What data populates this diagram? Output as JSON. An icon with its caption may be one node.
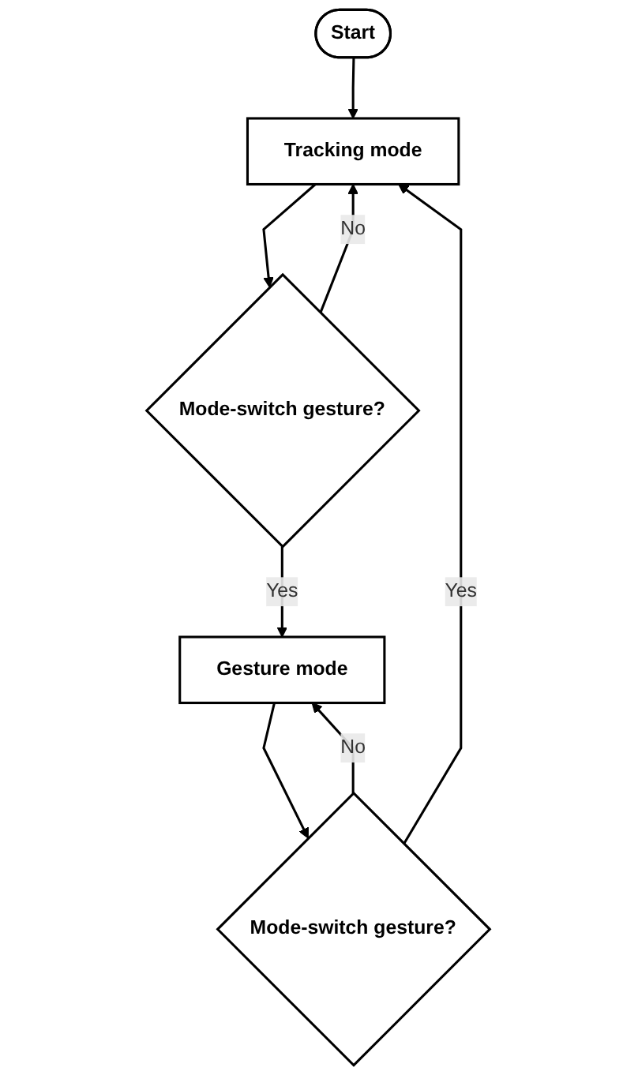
{
  "diagram": {
    "nodes": [
      {
        "text": [
          "Start"
        ]
      },
      {
        "text": [
          "Tracking mode"
        ]
      },
      {
        "text": [
          "Mode-switch gesture?"
        ]
      },
      {
        "text": [
          "Gesture mode"
        ]
      },
      {
        "text": [
          "Mode-switch gesture?"
        ]
      }
    ],
    "edges": [
      {
        "from": 0,
        "to": 1,
        "arrow": "to"
      },
      {
        "from": 1,
        "to": 2,
        "arrow": "to"
      },
      {
        "from": 2,
        "to": 1,
        "arrow": "to",
        "label": "No"
      },
      {
        "from": 2,
        "to": 3,
        "arrow": "to",
        "label": "Yes"
      },
      {
        "from": 3,
        "to": 4,
        "arrow": "to"
      },
      {
        "from": 4,
        "to": 3,
        "arrow": "to",
        "label": "No"
      },
      {
        "from": 4,
        "to": 1,
        "arrow": "to",
        "label": "Yes"
      }
    ]
  }
}
